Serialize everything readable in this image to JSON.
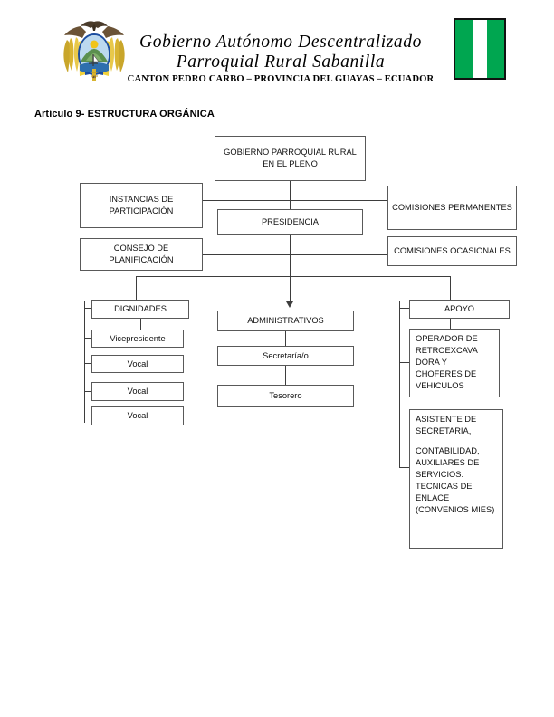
{
  "header": {
    "emblem_name": "ecuador-coat-of-arms",
    "flag_name": "sabanilla-flag",
    "flag_colors": [
      "#00A650",
      "#FFFFFF",
      "#00A650"
    ],
    "title_line1": "Gobierno Autónomo Descentralizado",
    "title_line2": "Parroquial Rural Sabanilla",
    "subtitle": "CANTON PEDRO CARBO – PROVINCIA DEL GUAYAS – ECUADOR"
  },
  "section": {
    "heading": "Artículo 9- ESTRUCTURA ORGÁNICA"
  },
  "chart_data": {
    "type": "diagram",
    "title": "Artículo 9- ESTRUCTURA ORGÁNICA",
    "nodes": {
      "pleno": "GOBIERNO PARROQUIAL RURAL EN EL PLENO",
      "instancias": "INSTANCIAS DE PARTICIPACIÓN",
      "presidencia": "PRESIDENCIA",
      "comisiones_permanentes": "COMISIONES PERMANENTES",
      "consejo": "CONSEJO DE PLANIFICACIÓN",
      "comisiones_ocasionales": "COMISIONES OCASIONALES",
      "dignidades": "DIGNIDADES",
      "vicepresidente": "Vicepresidente",
      "vocal1": "Vocal",
      "vocal2": "Vocal",
      "vocal3": "Vocal",
      "administrativos": "ADMINISTRATIVOS",
      "secretaria": "Secretaría/o",
      "tesorero": "Tesorero",
      "apoyo": "APOYO",
      "operador": "OPERADOR DE RETROEXCAVA DORA Y CHOFERES DE VEHICULOS",
      "asistente_line1": "ASISTENTE DE SECRETARIA,",
      "asistente_line2": "CONTABILIDAD, AUXILIARES DE SERVICIOS. TECNICAS DE ENLACE (CONVENIOS MIES)"
    },
    "edges": [
      {
        "from": "pleno",
        "to": "presidencia"
      },
      {
        "from": "pleno",
        "to": "instancias"
      },
      {
        "from": "pleno",
        "to": "comisiones_permanentes"
      },
      {
        "from": "pleno",
        "to": "consejo"
      },
      {
        "from": "pleno",
        "to": "comisiones_ocasionales"
      },
      {
        "from": "presidencia",
        "to": "dignidades"
      },
      {
        "from": "presidencia",
        "to": "administrativos"
      },
      {
        "from": "presidencia",
        "to": "apoyo"
      },
      {
        "from": "dignidades",
        "to": "vicepresidente"
      },
      {
        "from": "dignidades",
        "to": "vocal1"
      },
      {
        "from": "dignidades",
        "to": "vocal2"
      },
      {
        "from": "dignidades",
        "to": "vocal3"
      },
      {
        "from": "administrativos",
        "to": "secretaria"
      },
      {
        "from": "secretaria",
        "to": "tesorero"
      },
      {
        "from": "apoyo",
        "to": "operador"
      },
      {
        "from": "apoyo",
        "to": "asistente_line1"
      }
    ]
  }
}
